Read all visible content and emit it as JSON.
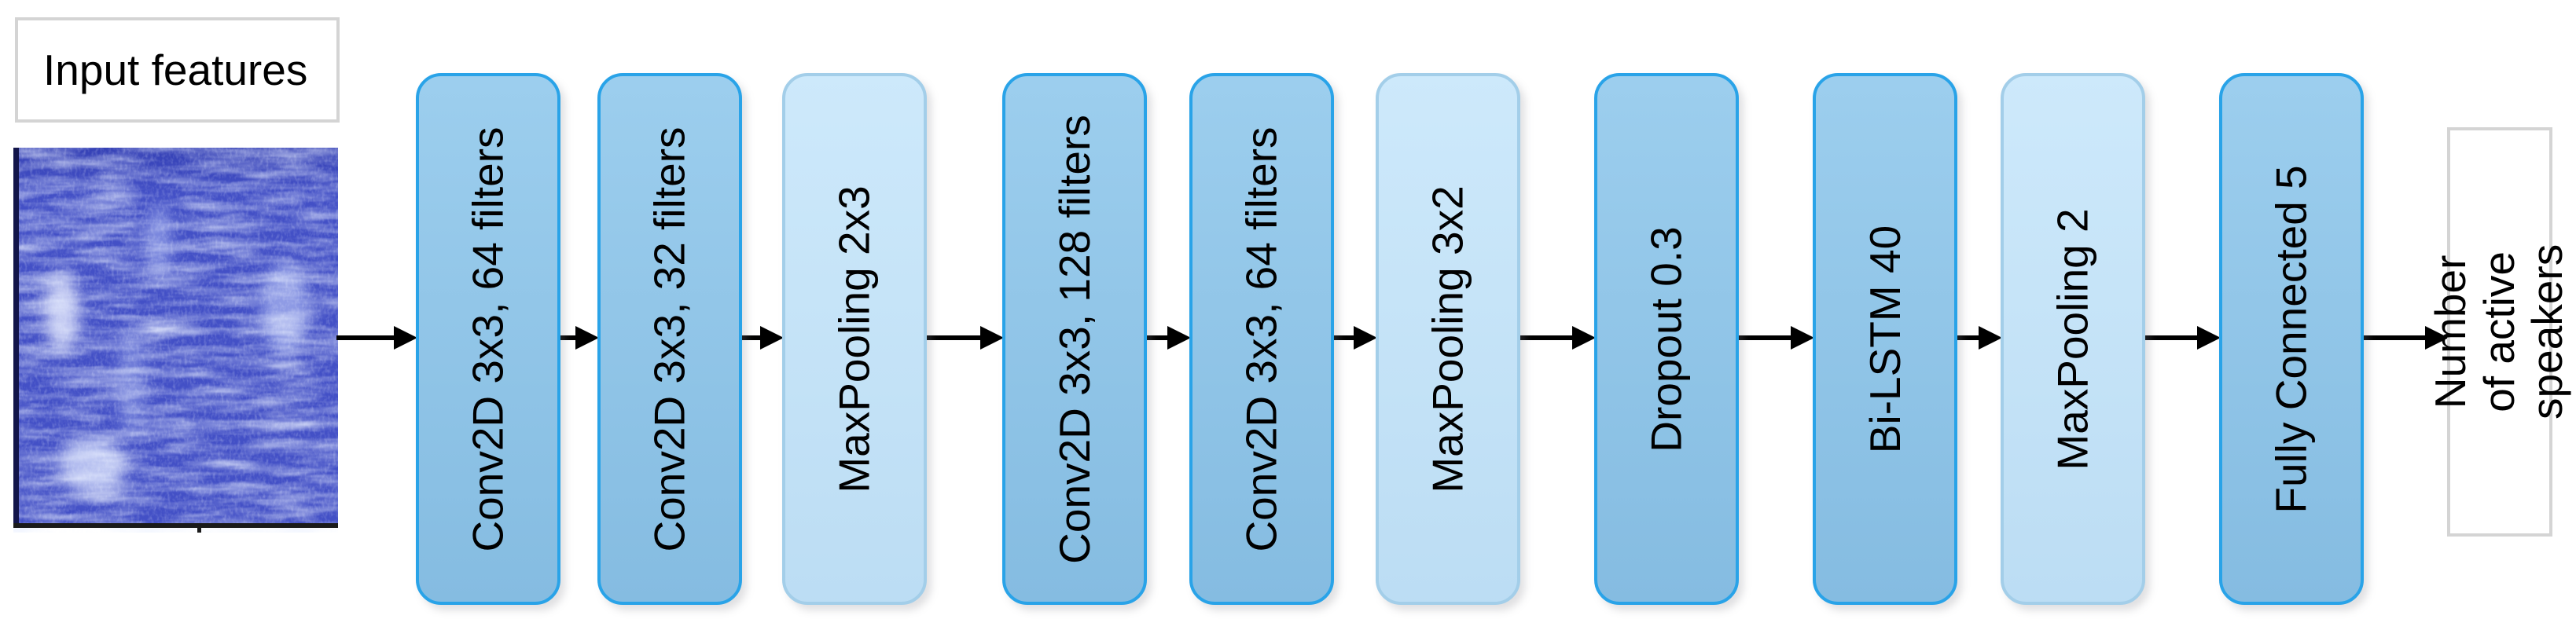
{
  "diagram": {
    "title_hint": "CNN Bi-LSTM speaker counting pipeline",
    "input": {
      "label": "Input features"
    },
    "output": {
      "label": "Number of active speakers"
    },
    "blocks": [
      {
        "label": "Conv2D 3x3, 64 filters",
        "kind": "conv"
      },
      {
        "label": "Conv2D 3x3, 32 filters",
        "kind": "conv"
      },
      {
        "label": "MaxPooling 2x3",
        "kind": "pool"
      },
      {
        "label": "Conv2D 3x3, 128 filters",
        "kind": "conv"
      },
      {
        "label": "Conv2D 3x3, 64 filters",
        "kind": "conv"
      },
      {
        "label": "MaxPooling 3x2",
        "kind": "pool"
      },
      {
        "label": "Dropout 0.3",
        "kind": "dropout"
      },
      {
        "label": "Bi-LSTM 40",
        "kind": "lstm"
      },
      {
        "label": "MaxPooling 2",
        "kind": "pool"
      },
      {
        "label": "Fully Connected 5",
        "kind": "dense"
      }
    ],
    "colors": {
      "conv_fill": "#8CC6EB",
      "conv_border": "#29A3E8",
      "pool_fill": "#C2E4FA",
      "pool_border": "#A3CEE9",
      "label_box_border": "#D4D4D4",
      "arrow": "#000000",
      "text": "#000000",
      "spectrogram_base": "#4350C6"
    }
  }
}
